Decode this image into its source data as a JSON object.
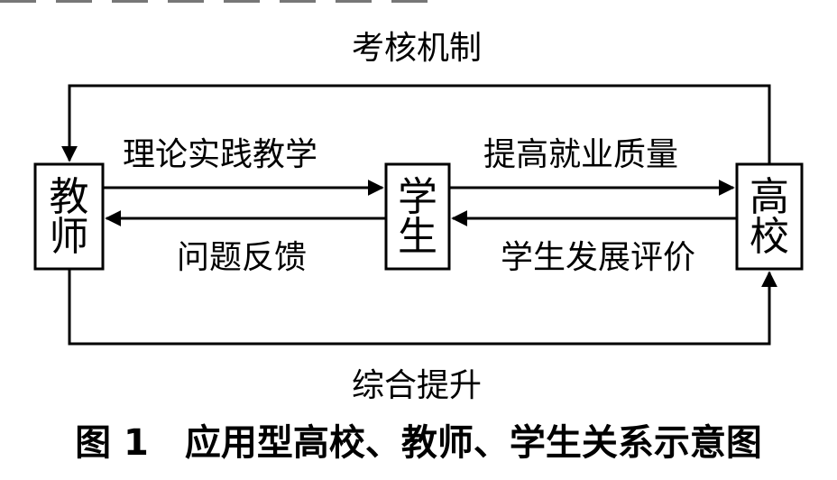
{
  "nodes": {
    "teacher": [
      "教",
      "师"
    ],
    "student": [
      "学",
      "生"
    ],
    "university": [
      "高",
      "校"
    ]
  },
  "edges": {
    "assessment": "考核机制",
    "teaching": "理论实践教学",
    "feedback": "问题反馈",
    "employment": "提高就业质量",
    "evaluation": "学生发展评价",
    "improvement": "综合提升"
  },
  "caption": "图 1　应用型高校、教师、学生关系示意图",
  "colors": {
    "stroke": "#000000",
    "background": "#ffffff"
  }
}
